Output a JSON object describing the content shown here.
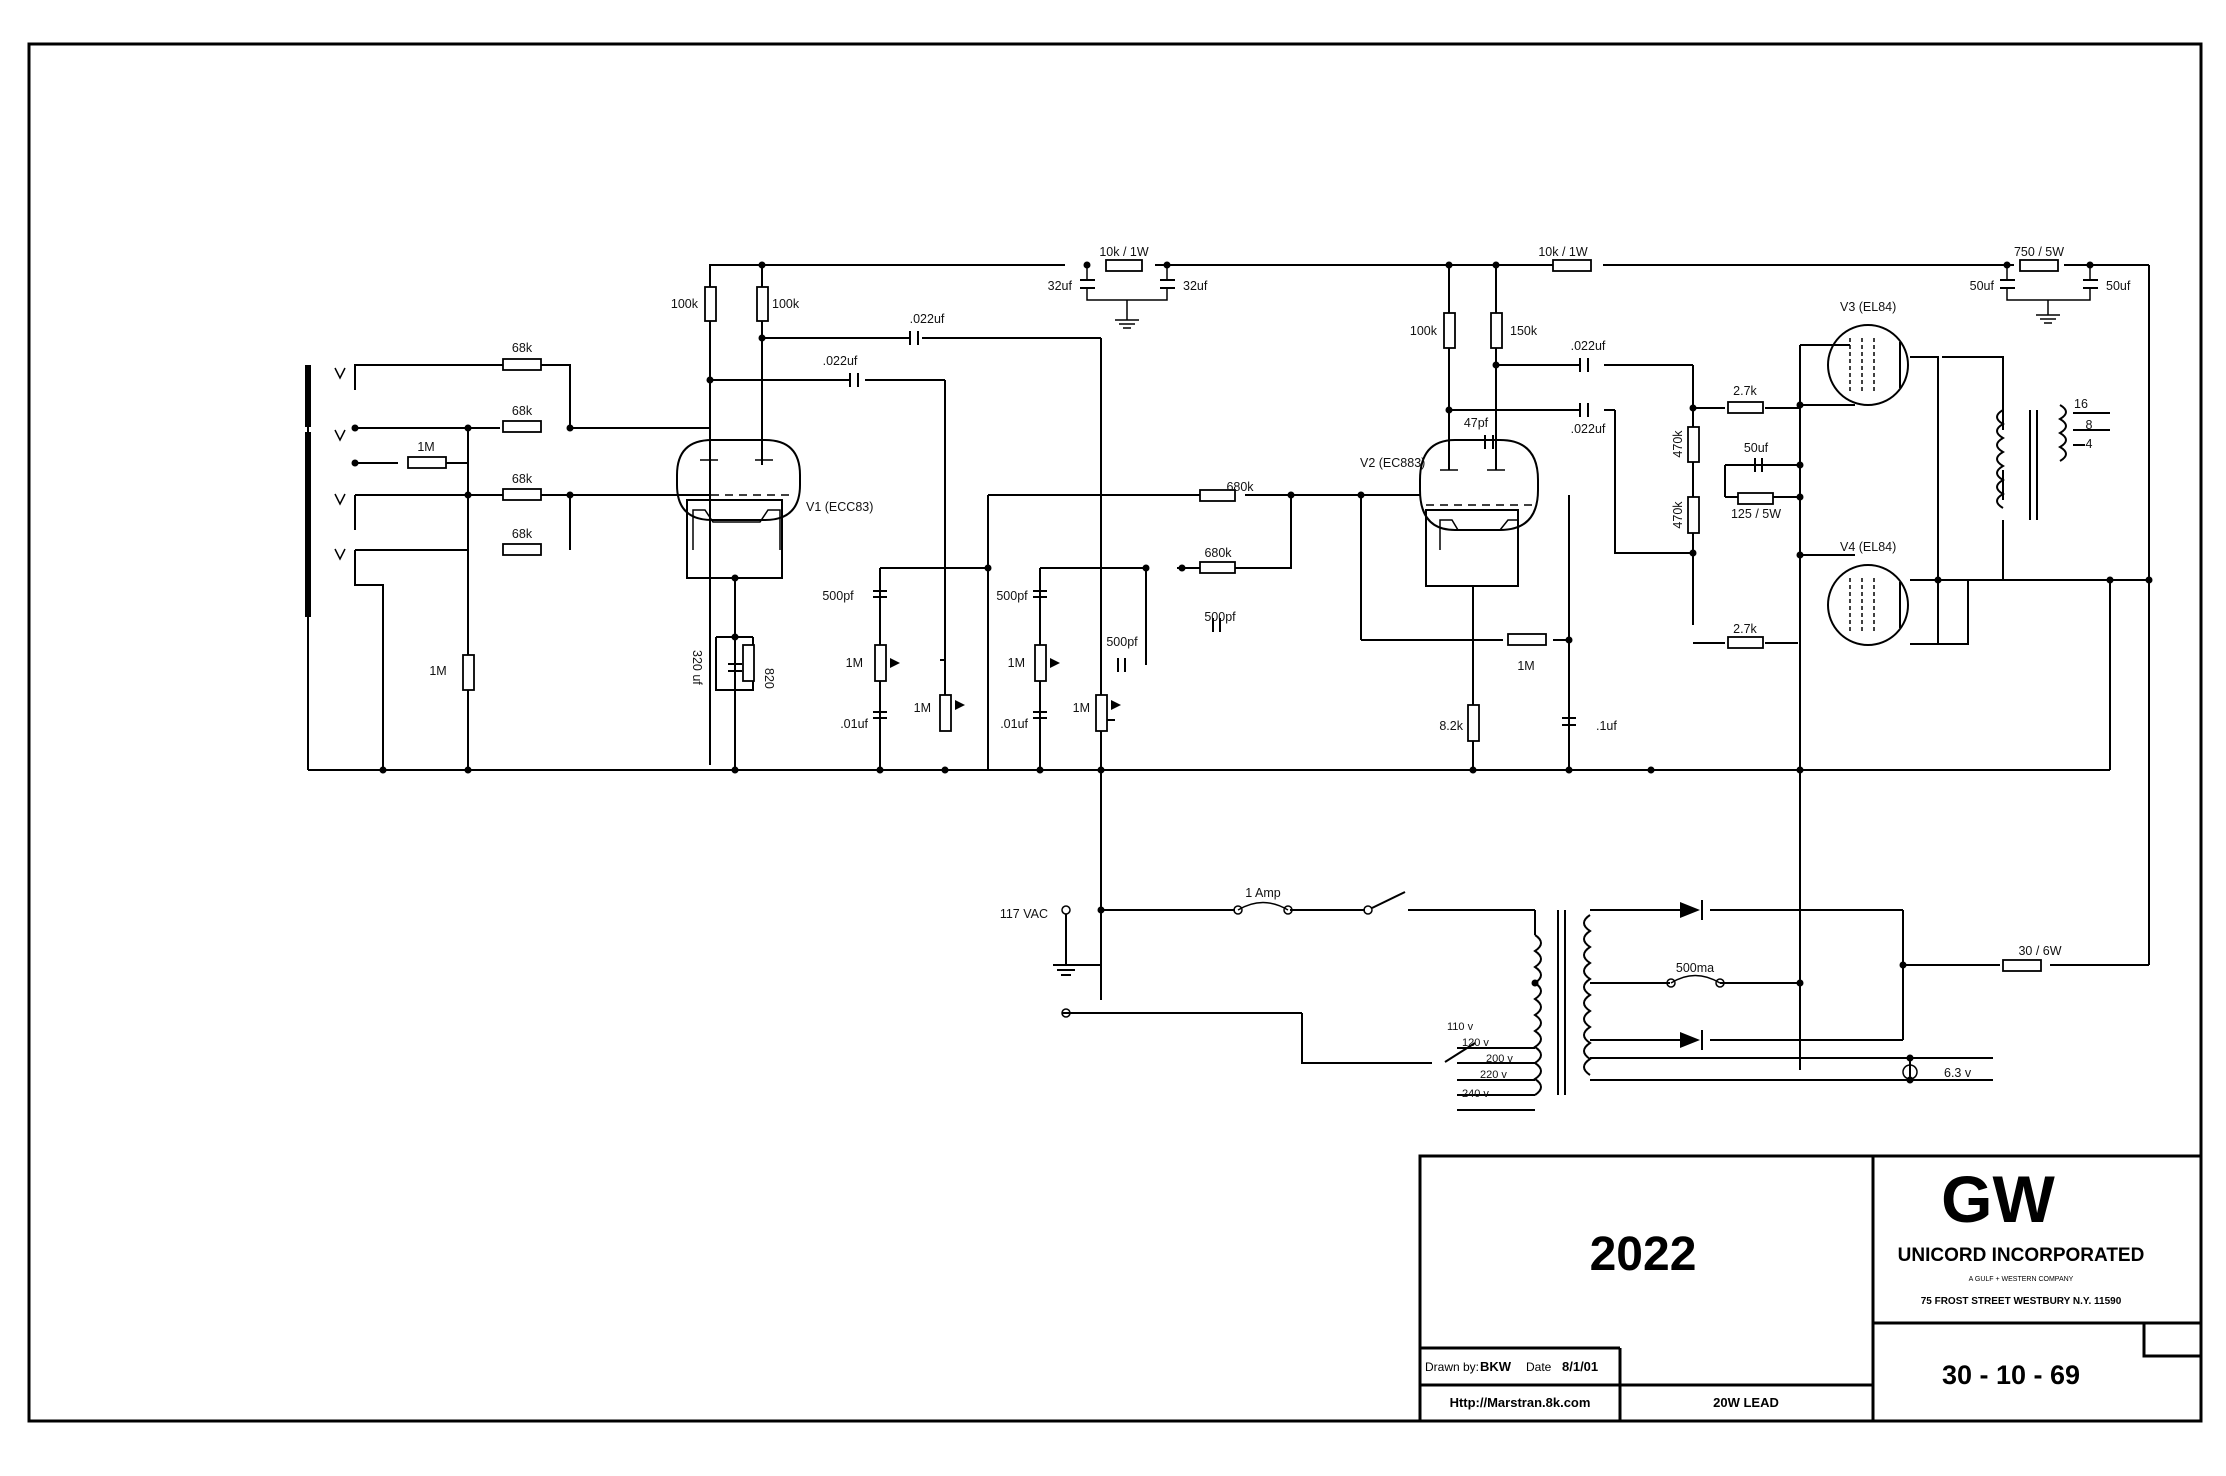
{
  "title_block": {
    "model": "2022",
    "drawn_by_label": "Drawn by:",
    "drawn_by": "BKW",
    "date_label": "Date",
    "date": "8/1/01",
    "url": "Http://Marstran.8k.com",
    "description": "20W LEAD",
    "drawing_number": "30 - 10 - 69",
    "logo_text": "GW",
    "company": "UNICORD INCORPORATED",
    "company_sub": "A GULF + WESTERN COMPANY",
    "address": "75 FROST STREET WESTBURY N.Y. 11590"
  },
  "tubes": {
    "v1": "V1 (ECC83)",
    "v2": "V2 (EC883)",
    "v3": "V3 (EL84)",
    "v4": "V4 (EL84)"
  },
  "components": {
    "r_68k_1": "68k",
    "r_68k_2": "68k",
    "r_68k_3": "68k",
    "r_68k_4": "68k",
    "r_1m_input": "1M",
    "r_1m_ground": "1M",
    "r_100k_a": "100k",
    "r_100k_b": "100k",
    "r_10k_1w_a": "10k / 1W",
    "c_32uf_a": "32uf",
    "c_32uf_b": "32uf",
    "c_022_a": ".022uf",
    "c_022_b": ".022uf",
    "c_320uf": "320 uf",
    "r_820": "820",
    "c_500pf_a": "500pf",
    "c_500pf_b": "500pf",
    "c_500pf_c": "500pf",
    "c_500pf_d": "500pf",
    "pot_1m_a": "1M",
    "pot_1m_b": "1M",
    "pot_1m_c": "1M",
    "pot_1m_d": "1M",
    "c_01_a": ".01uf",
    "c_01_b": ".01uf",
    "r_680k_a": "680k",
    "r_680k_b": "680k",
    "r_100k_v2": "100k",
    "r_150k": "150k",
    "c_47pf": "47pf",
    "c_022_c": ".022uf",
    "c_022_d": ".022uf",
    "r_10k_1w_b": "10k / 1W",
    "r_1m_v2": "1M",
    "r_8_2k": "8.2k",
    "c_1uf": ".1uf",
    "r_470k_a": "470k",
    "r_470k_b": "470k",
    "r_2_7k_a": "2.7k",
    "r_2_7k_b": "2.7k",
    "c_50uf_cath": "50uf",
    "r_125_5w": "125 / 5W",
    "r_750_5w": "750 / 5W",
    "c_50uf_a": "50uf",
    "c_50uf_b": "50uf",
    "tap_16": "16",
    "tap_8": "8",
    "tap_4": "4",
    "vac": "117 VAC",
    "fuse": "1 Amp",
    "fuse_ht": "500ma",
    "v110": "110 v",
    "v120": "120 v",
    "v200": "200 v",
    "v220": "220 v",
    "v240": "240 v",
    "heater": "6.3 v",
    "r_30_6w": "30 / 6W"
  }
}
